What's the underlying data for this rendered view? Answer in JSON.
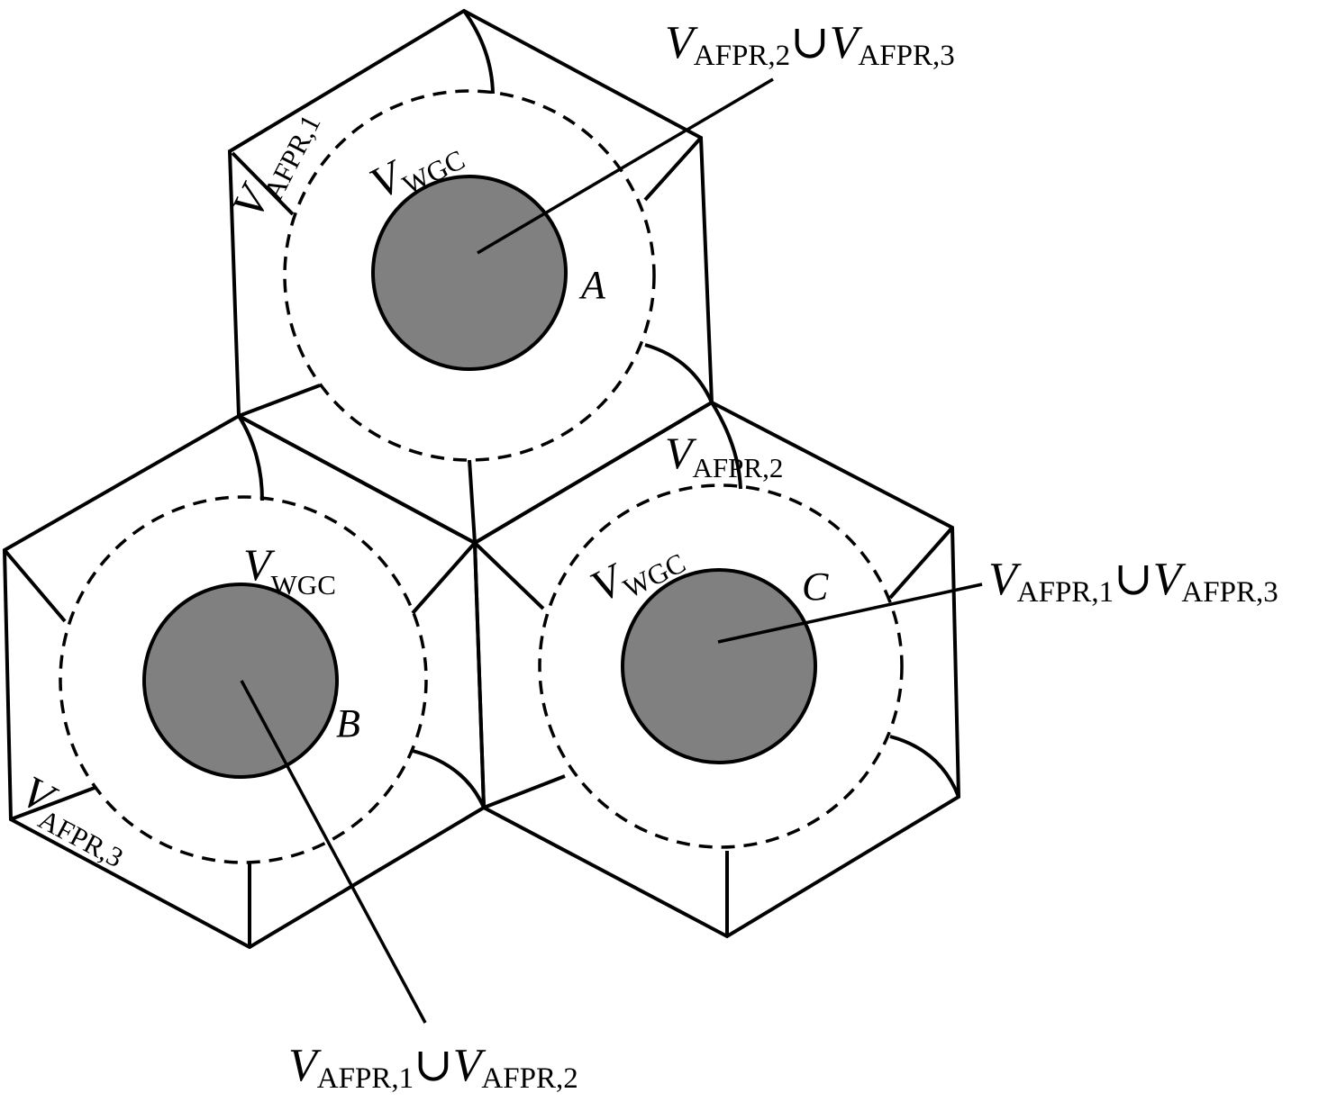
{
  "diagram": {
    "colors": {
      "core_fill": "#808080",
      "line": "#000000",
      "background": "#ffffff"
    },
    "cells": [
      {
        "id": "A",
        "label": "A",
        "core_symbol": "V",
        "core_subscript": "WGC"
      },
      {
        "id": "B",
        "label": "B",
        "core_symbol": "V",
        "core_subscript": "WGC"
      },
      {
        "id": "C",
        "label": "C",
        "core_symbol": "V",
        "core_subscript": "WGC"
      }
    ],
    "region_labels": [
      {
        "id": "afpr1",
        "symbol": "V",
        "subscript": "AFPR,1"
      },
      {
        "id": "afpr2",
        "symbol": "V",
        "subscript": "AFPR,2"
      },
      {
        "id": "afpr3",
        "symbol": "V",
        "subscript": "AFPR,3"
      }
    ],
    "callouts": [
      {
        "id": "A",
        "union": "∪",
        "left_symbol": "V",
        "left_subscript": "AFPR,2",
        "right_symbol": "V",
        "right_subscript": "AFPR,3"
      },
      {
        "id": "B",
        "union": "∪",
        "left_symbol": "V",
        "left_subscript": "AFPR,1",
        "right_symbol": "V",
        "right_subscript": "AFPR,2"
      },
      {
        "id": "C",
        "union": "∪",
        "left_symbol": "V",
        "left_subscript": "AFPR,1",
        "right_symbol": "V",
        "right_subscript": "AFPR,3"
      }
    ]
  }
}
